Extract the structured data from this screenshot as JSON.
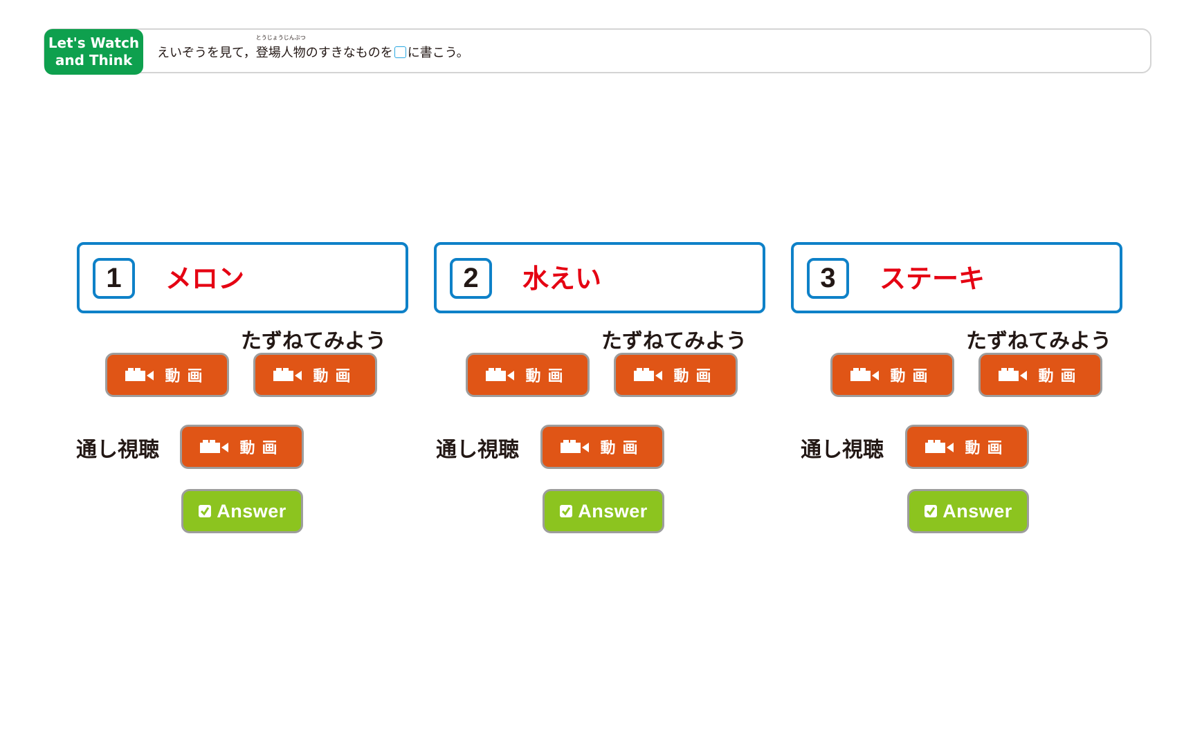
{
  "header": {
    "badge_line1": "Let's Watch",
    "badge_line2": "and Think",
    "instruction_before": "えいぞうを見て，",
    "instruction_ruby_base": "登場人物",
    "instruction_ruby_text": "とうじょうじんぶつ",
    "instruction_middle": "のすきなものを",
    "instruction_after": "に書こう。"
  },
  "labels": {
    "ask": "たずねてみよう",
    "through": "通し視聴",
    "video": "動画",
    "answer": "Answer"
  },
  "questions": [
    {
      "number": "1",
      "answer": "メロン"
    },
    {
      "number": "2",
      "answer": "水えい"
    },
    {
      "number": "3",
      "answer": "ステーキ"
    }
  ],
  "colors": {
    "badge_green": "#0ea04e",
    "card_blue": "#0e81c8",
    "answer_red": "#e50012",
    "video_orange": "#e05516",
    "answer_green": "#8cc41f",
    "button_border_gray": "#9d9d9d"
  },
  "icons": {
    "video_button": "video-camera-icon",
    "answer_button": "checkbox-icon"
  }
}
